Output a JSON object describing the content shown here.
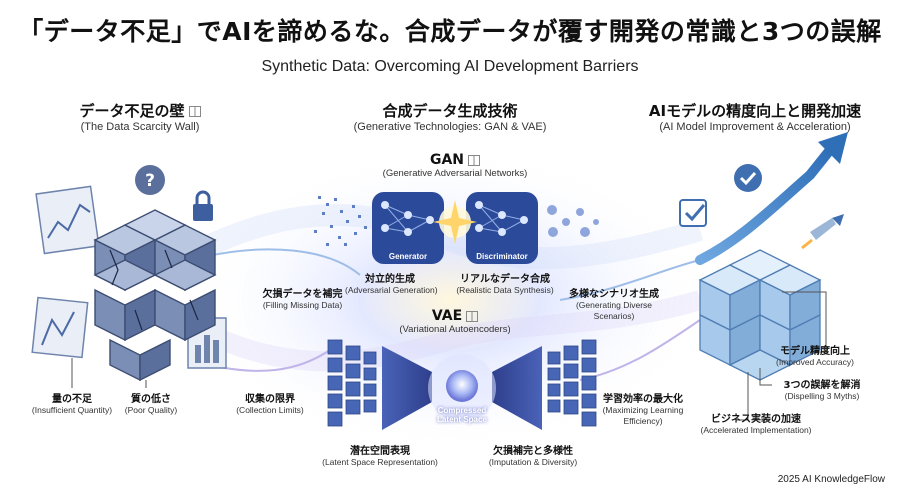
{
  "header": {
    "title": "「データ不足」でAIを諦めるな。合成データが覆す開発の常識と3つの誤解",
    "subtitle": "Synthetic Data: Overcoming AI Development Barriers"
  },
  "left": {
    "title": "データ不足の壁",
    "subtitle": "(The Data Scarcity Wall)",
    "labels": [
      {
        "jp": "量の不足",
        "en": "(Insufficient Quantity)"
      },
      {
        "jp": "質の低さ",
        "en": "(Poor Quality)"
      },
      {
        "jp": "収集の限界",
        "en": "(Collection Limits)"
      }
    ]
  },
  "center": {
    "title": "合成データ生成技術",
    "subtitle": "(Generative Technologies: GAN & VAE)",
    "gan": {
      "title": "GAN",
      "subtitle": "(Generative Adversarial Networks)",
      "generator": "Generator",
      "discriminator": "Discriminator",
      "labels": [
        {
          "jp": "対立的生成",
          "en": "(Adversarial Generation)"
        },
        {
          "jp": "リアルなデータ合成",
          "en": "(Realistic Data Synthesis)"
        }
      ]
    },
    "fill_label": {
      "jp": "欠損データを補完",
      "en": "(Filling Missing Data)"
    },
    "diverse_label": {
      "jp": "多様なシナリオ生成",
      "en": "(Generating Diverse",
      "en2": "Scenarios)"
    },
    "vae": {
      "title": "VAE",
      "subtitle": "(Variational Autoencoders)",
      "latent_line1": "Compressed",
      "latent_line2": "Latent Space",
      "labels": [
        {
          "jp": "潜在空間表現",
          "en": "(Latent Space Representation)"
        },
        {
          "jp": "欠損補完と多様性",
          "en": "(Imputation & Diversity)"
        }
      ]
    },
    "learning_label": {
      "jp": "学習効率の最大化",
      "en": "(Maximizing Learning",
      "en2": "Efficiency)"
    }
  },
  "right": {
    "title": "AIモデルの精度向上と開発加速",
    "subtitle": "(AI Model Improvement & Acceleration)",
    "labels": [
      {
        "jp": "モデル精度向上",
        "en": "(Improved Accuracy)"
      },
      {
        "jp": "3つの誤解を解消",
        "en": "(Dispelling 3 Myths)"
      },
      {
        "jp": "ビジネス実装の加速",
        "en": "(Accelerated Implementation)"
      }
    ]
  },
  "footer": {
    "text": "2025 AI KnowledgeFlow"
  },
  "colors": {
    "accent_blue": "#3f6fb0",
    "cube_left": "#8a9fc2",
    "cube_right": "#9fc3e8",
    "glow": "#c9d8f7"
  }
}
